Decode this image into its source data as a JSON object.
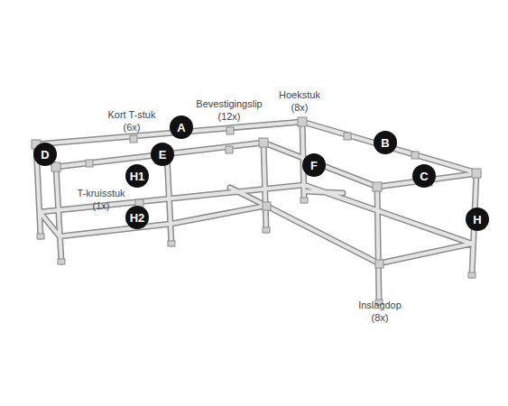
{
  "diagram": {
    "nodes": [
      {
        "text": [
          "A"
        ]
      },
      {
        "text": [
          "B"
        ]
      },
      {
        "text": [
          "D"
        ]
      },
      {
        "text": [
          "E"
        ]
      },
      {
        "text": [
          "F"
        ]
      },
      {
        "text": [
          "H1"
        ]
      },
      {
        "text": [
          "C"
        ]
      },
      {
        "text": [
          "H2"
        ]
      },
      {
        "text": [
          "H"
        ]
      }
    ],
    "labels": [
      "Hoekstuk (8x)",
      "Bevestigingslip (12x)",
      "Kort T-stuk (6x)",
      "T-kruisstuk (1x)",
      "Inslagdop (8x)"
    ]
  }
}
